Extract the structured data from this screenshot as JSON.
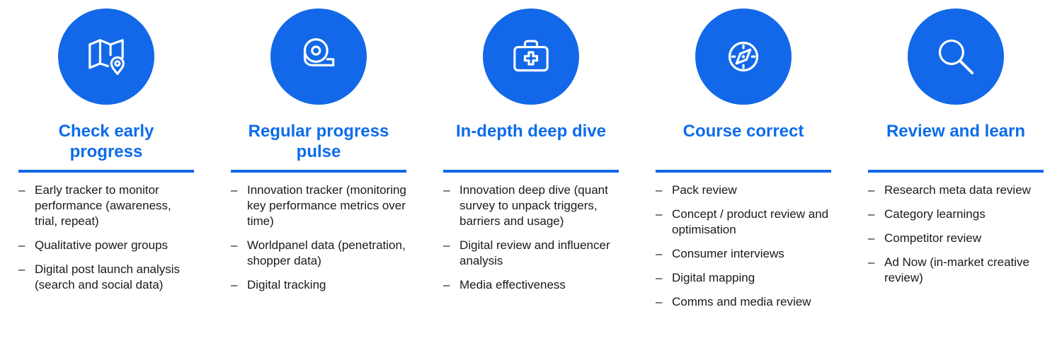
{
  "colors": {
    "accent": "#1268E8",
    "heading": "#0D6CEB",
    "text": "#1A1A1A",
    "icon_stroke": "#FFFFFF",
    "background": "#FFFFFF"
  },
  "bullet_marker": "–",
  "columns": [
    {
      "icon": "map-location-pin-icon",
      "title": "Check early progress",
      "bullets": [
        "Early tracker to monitor performance (awareness, trial, repeat)",
        "Qualitative power groups",
        "Digital post launch analysis (search and social data)"
      ]
    },
    {
      "icon": "tape-measure-icon",
      "title": "Regular progress pulse",
      "bullets": [
        "Innovation tracker (monitoring key performance metrics over time)",
        "Worldpanel data (penetration, shopper data)",
        "Digital tracking"
      ]
    },
    {
      "icon": "first-aid-kit-icon",
      "title": "In-depth deep dive",
      "bullets": [
        "Innovation deep dive (quant survey to unpack triggers, barriers and usage)",
        "Digital review and influencer analysis",
        "Media effectiveness"
      ]
    },
    {
      "icon": "compass-icon",
      "title": "Course correct",
      "bullets": [
        "Pack review",
        "Concept / product  review and optimisation",
        "Consumer interviews",
        "Digital mapping",
        "Comms and media review"
      ]
    },
    {
      "icon": "magnifying-glass-icon",
      "title": "Review and learn",
      "bullets": [
        "Research meta data review",
        "Category learnings",
        "Competitor review",
        "Ad Now (in-market creative review)"
      ]
    }
  ]
}
